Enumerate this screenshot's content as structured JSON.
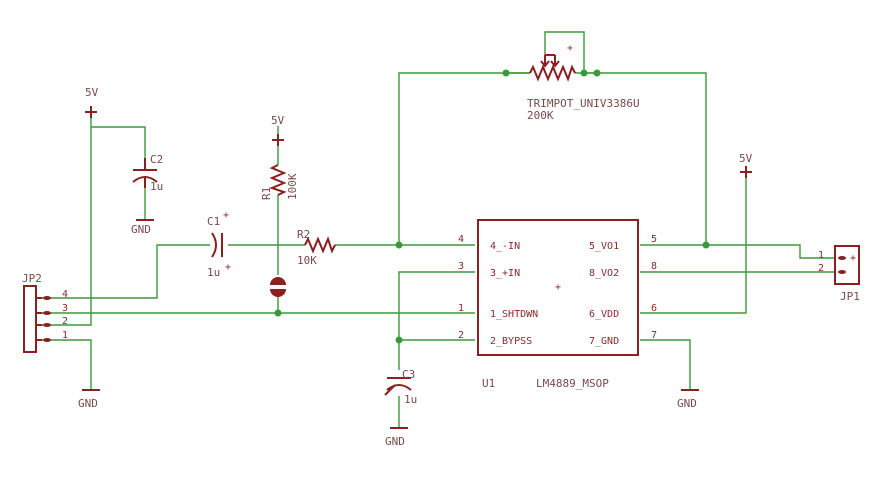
{
  "labels": {
    "vcc1": "5V",
    "vcc2": "5V",
    "vcc3": "5V",
    "gnd1": "GND",
    "gnd2": "GND",
    "gnd3": "GND",
    "gnd4": "GND",
    "c2_name": "C2",
    "c2_value": "1u",
    "c1_name": "C1",
    "c1_value": "1u",
    "c3_name": "C3",
    "c3_value": "1u",
    "r1_name": "R1",
    "r1_value": "100K",
    "r2_name": "R2",
    "r2_value": "10K",
    "jp1_name": "JP1",
    "jp2_name": "JP2",
    "trimpot_name": "TRIMPOT_UNIV3386U",
    "trimpot_value": "200K",
    "u1_name": "U1",
    "u1_value": "LM4889_MSOP",
    "plus": "+"
  },
  "ic_pins": {
    "in_minus": "4_-IN",
    "in_plus": "3_+IN",
    "shtdwn": "1_SHTDWN",
    "bypss": "2_BYPSS",
    "vo1": "5_VO1",
    "vo2": "8_VO2",
    "vdd": "6_VDD",
    "gnd": "7_GND",
    "n4": "4",
    "n3": "3",
    "n1": "1",
    "n2": "2",
    "n5": "5",
    "n8": "8",
    "n6": "6",
    "n7": "7"
  },
  "jp2_pins": [
    "4",
    "3",
    "2",
    "1"
  ],
  "jp1_pins": [
    "1",
    "2"
  ]
}
